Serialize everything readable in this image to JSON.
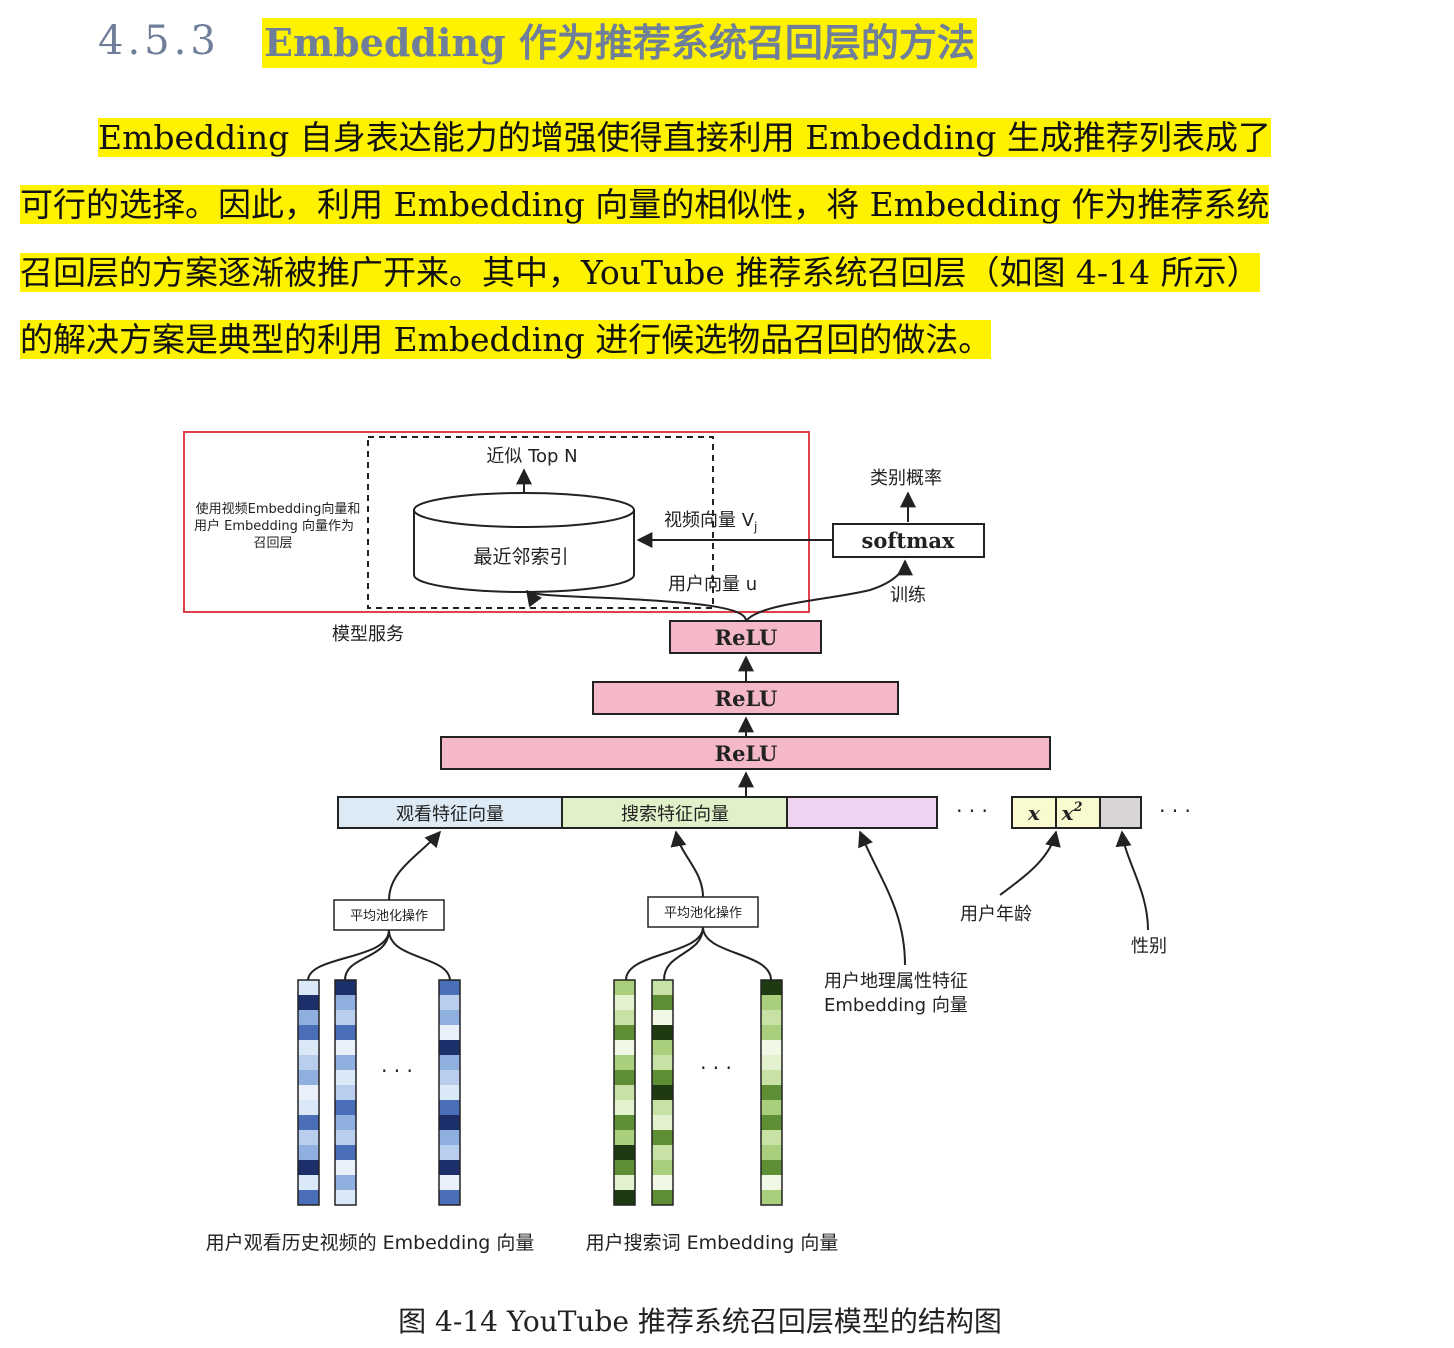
{
  "section": {
    "number": "4.5.3",
    "title": "Embedding 作为推荐系统召回层的方法"
  },
  "paragraph": {
    "lines": [
      "Embedding 自身表达能力的增强使得直接利用 Embedding 生成推荐列表成了",
      "可行的选择。因此，利用 Embedding 向量的相似性，将 Embedding 作为推荐系统",
      "召回层的方案逐渐被推广开来。其中，YouTube 推荐系统召回层（如图 4-14 所示）",
      "的解决方案是典型的利用 Embedding 进行候选物品召回的做法。"
    ]
  },
  "diagram": {
    "red_box_note": [
      "使用视频Embedding向量和",
      "用户 Embedding 向量作为",
      "召回层"
    ],
    "model_service": "模型服务",
    "approx_topn": "近似 Top N",
    "nn_index": "最近邻索引",
    "video_vector": "视频向量 V",
    "video_vector_sub": "j",
    "user_vector": "用户向量 u",
    "class_prob": "类别概率",
    "softmax": "softmax",
    "train": "训练",
    "relu": [
      "ReLU",
      "ReLU",
      "ReLU"
    ],
    "feature_watch": "观看特征向量",
    "feature_search": "搜索特征向量",
    "x_label": "x",
    "x2_label": "x",
    "x2_sup": "2",
    "ellipsis": "· · ·",
    "pool_left": "平均池化操作",
    "pool_right": "平均池化操作",
    "geo_label": [
      "用户地理属性特征",
      "Embedding 向量"
    ],
    "age_label": "用户年龄",
    "gender_label": "性别",
    "watch_hist_label": "用户观看历史视频的 Embedding 向量",
    "search_emb_label": "用户搜索词 Embedding 向量",
    "colors": {
      "red_box": "#e0404a",
      "relu_fill": "#f4b8c8",
      "watch_fill": "#dbeaf5",
      "search_fill": "#e0f0c8",
      "geo_fill": "#eed4f0",
      "x_fill": "#fafad0",
      "gender_fill": "#d8d4d8",
      "blue_dark": "#1d2f6b",
      "green_dark": "#1f3a12"
    }
  },
  "caption": "图 4-14    YouTube 推荐系统召回层模型的结构图"
}
